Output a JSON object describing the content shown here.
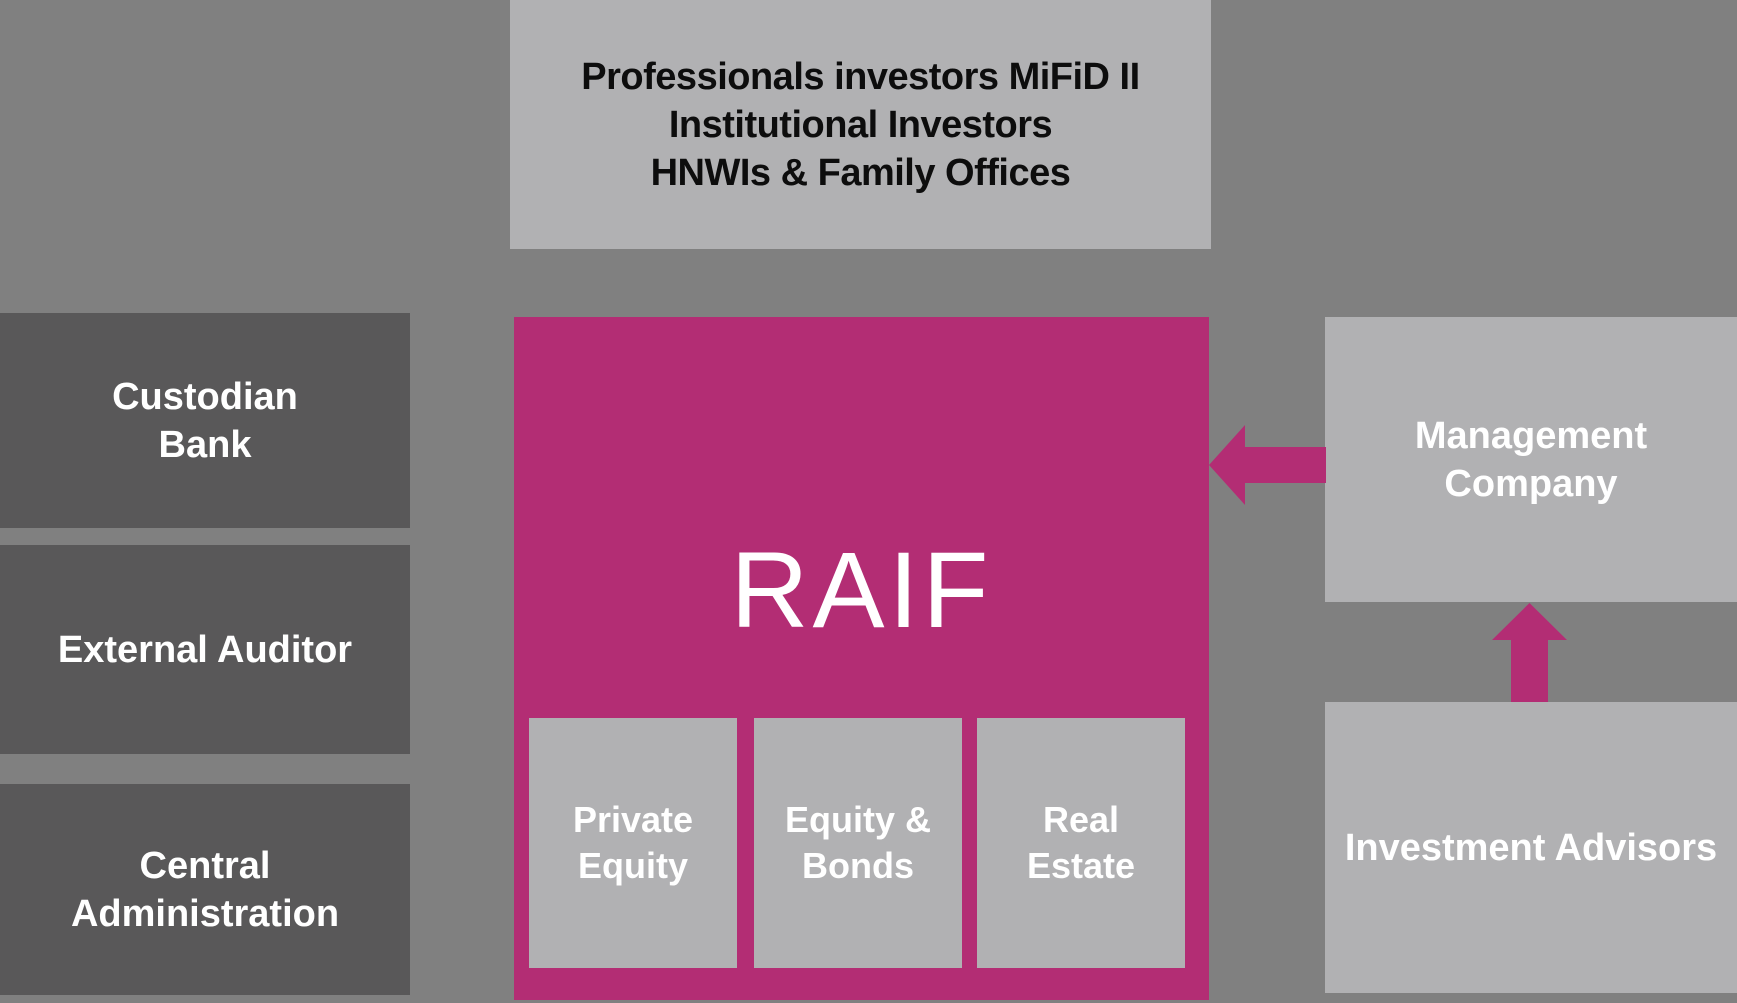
{
  "diagram": {
    "type": "fund-structure-diagram",
    "boxes": {
      "investors": {
        "line1": "Professionals investors MiFiD II",
        "line2": "Institutional Investors",
        "line3": "HNWIs & Family Offices"
      },
      "custodian": {
        "line1": "Custodian",
        "line2": "Bank"
      },
      "auditor": {
        "line1": "External Auditor"
      },
      "central": {
        "line1": "Central",
        "line2": "Administration"
      },
      "raif": {
        "title": "RAIF"
      },
      "private_equity": {
        "line1": "Private",
        "line2": "Equity"
      },
      "equity_bonds": {
        "line1": "Equity &",
        "line2": "Bonds"
      },
      "real_estate": {
        "line1": "Real",
        "line2": "Estate"
      },
      "management": {
        "line1": "Management",
        "line2": "Company"
      },
      "advisors": {
        "line1": "Investment Advisors"
      }
    },
    "arrows": [
      {
        "name": "management-to-raif",
        "direction": "left"
      },
      {
        "name": "advisors-to-management",
        "direction": "up"
      }
    ]
  },
  "colors": {
    "background": "#808080",
    "dark_box": "#595859",
    "light_box": "#b1b1b3",
    "accent": "#b32d74",
    "text_dark": "#0d0d0d",
    "text_light": "#ffffff"
  }
}
